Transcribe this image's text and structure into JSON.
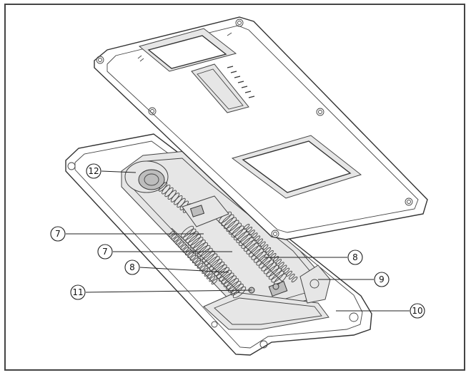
{
  "diagram": {
    "callouts": [
      {
        "id": "c12",
        "label": "12",
        "name": "callout-12"
      },
      {
        "id": "c7a",
        "label": "7",
        "name": "callout-7-left"
      },
      {
        "id": "c7b",
        "label": "7",
        "name": "callout-7-center"
      },
      {
        "id": "c8a",
        "label": "8",
        "name": "callout-8-left"
      },
      {
        "id": "c8b",
        "label": "8",
        "name": "callout-8-right"
      },
      {
        "id": "c11",
        "label": "11",
        "name": "callout-11"
      },
      {
        "id": "c9",
        "label": "9",
        "name": "callout-9"
      },
      {
        "id": "c10",
        "label": "10",
        "name": "callout-10"
      }
    ]
  }
}
